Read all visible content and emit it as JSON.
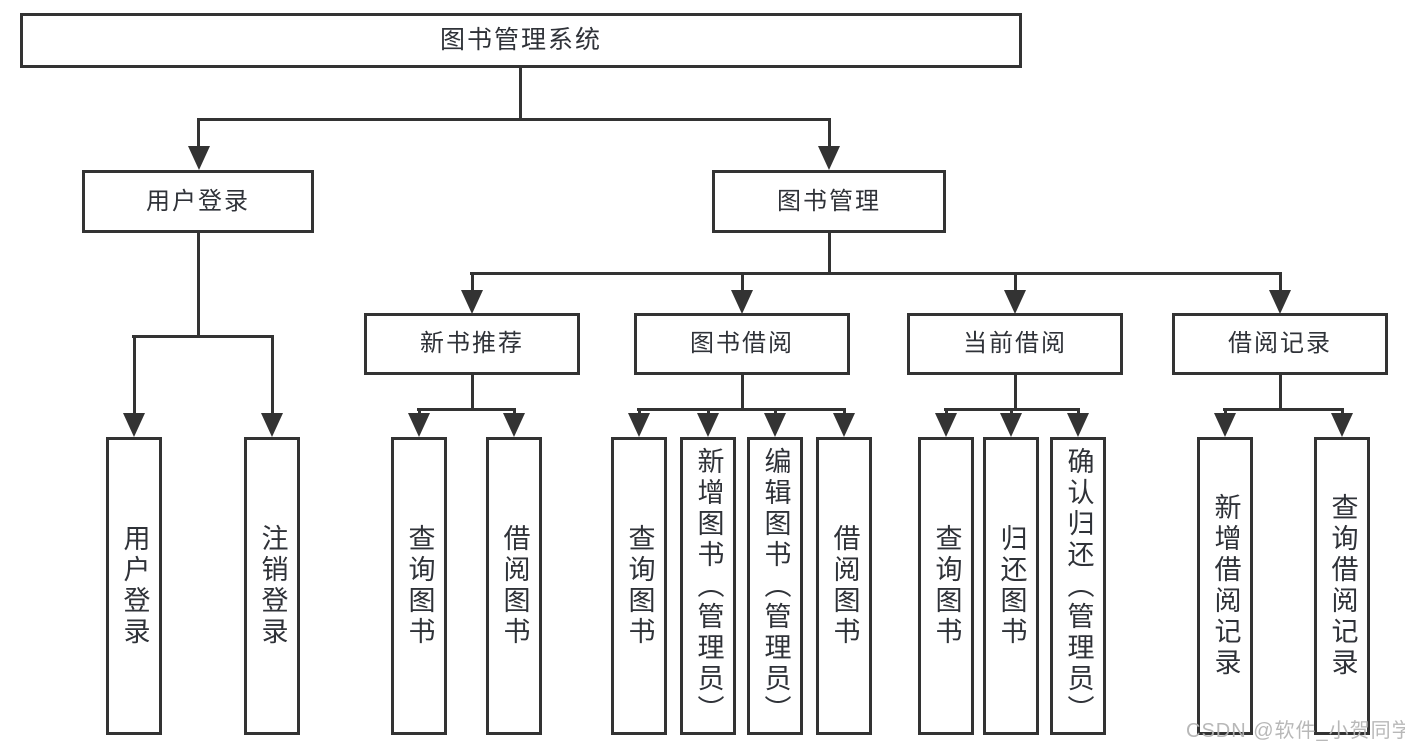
{
  "tree": {
    "root": {
      "label": "图书管理系统",
      "children": [
        {
          "label": "用户登录",
          "children": [
            {
              "label": "用户登录"
            },
            {
              "label": "注销登录"
            }
          ]
        },
        {
          "label": "图书管理",
          "children": [
            {
              "label": "新书推荐",
              "children": [
                {
                  "label": "查询图书"
                },
                {
                  "label": "借阅图书"
                }
              ]
            },
            {
              "label": "图书借阅",
              "children": [
                {
                  "label": "查询图书"
                },
                {
                  "label": "新增图书（管理员）"
                },
                {
                  "label": "编辑图书（管理员）"
                },
                {
                  "label": "借阅图书"
                }
              ]
            },
            {
              "label": "当前借阅",
              "children": [
                {
                  "label": "查询图书"
                },
                {
                  "label": "归还图书"
                },
                {
                  "label": "确认归还（管理员）"
                }
              ]
            },
            {
              "label": "借阅记录",
              "children": [
                {
                  "label": "新增借阅记录"
                },
                {
                  "label": "查询借阅记录"
                }
              ]
            }
          ]
        }
      ]
    }
  },
  "watermark": {
    "text": "CSDN @软件_小贺同学"
  },
  "colors": {
    "line": "#333333",
    "text": "#2f3238",
    "watermark": "#b4b4b4",
    "background": "#ffffff"
  }
}
